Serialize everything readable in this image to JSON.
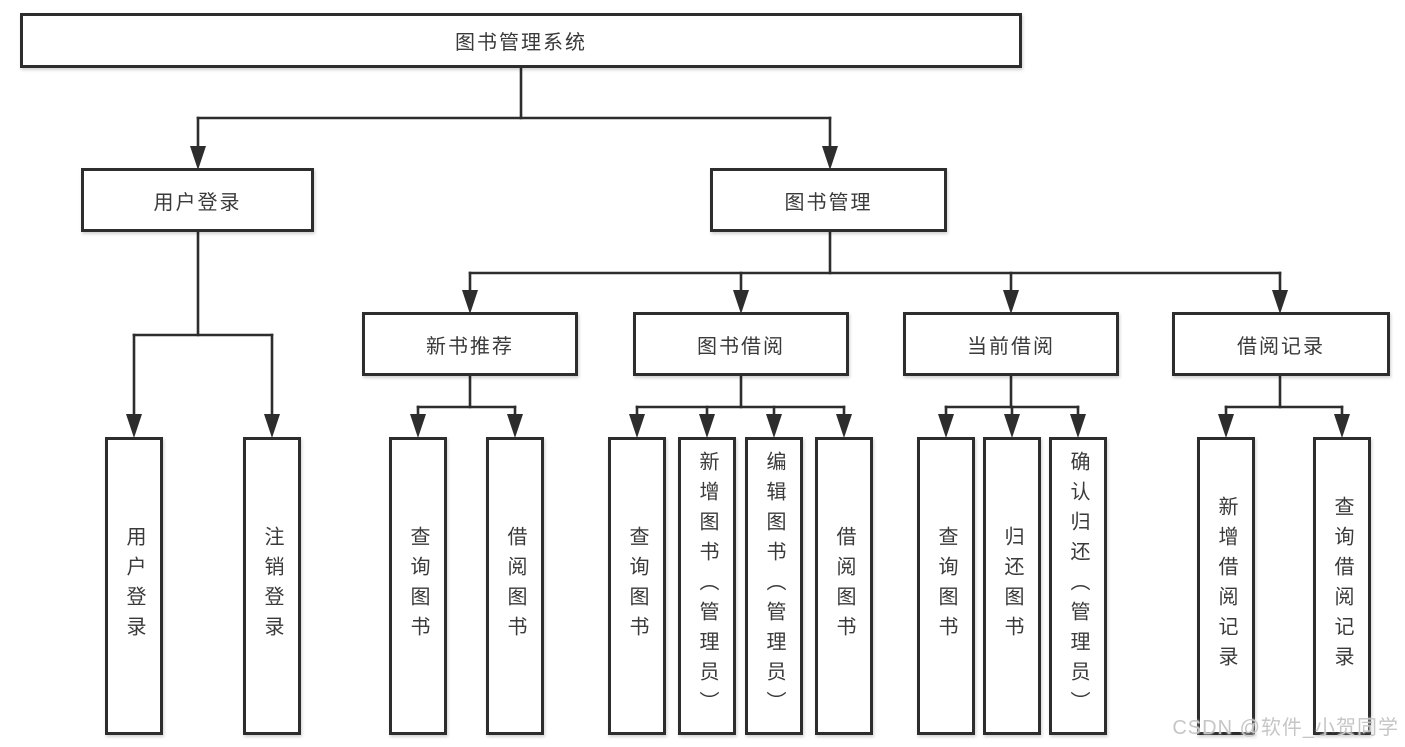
{
  "colors": {
    "line": "#2d2d2d",
    "text": "#3a3a3a",
    "background": "#ffffff",
    "watermark": "#c6c6c6"
  },
  "tree": {
    "root": {
      "label": "图书管理系统"
    },
    "level2": [
      {
        "label": "用户登录"
      },
      {
        "label": "图书管理"
      }
    ],
    "level3": [
      {
        "label": "新书推荐"
      },
      {
        "label": "图书借阅"
      },
      {
        "label": "当前借阅"
      },
      {
        "label": "借阅记录"
      }
    ],
    "leaves": {
      "user_login": [
        "用户登录",
        "注销登录"
      ],
      "new_book_recommend": [
        "查询图书",
        "借阅图书"
      ],
      "book_borrow": [
        "查询图书",
        "新增图书（管理员）",
        "编辑图书（管理员）",
        "借阅图书"
      ],
      "current_borrow": [
        "查询图书",
        "归还图书",
        "确认归还（管理员）"
      ],
      "borrow_records": [
        "新增借阅记录",
        "查询借阅记录"
      ]
    }
  },
  "watermark": {
    "text": "CSDN @软件_小贺同学"
  }
}
